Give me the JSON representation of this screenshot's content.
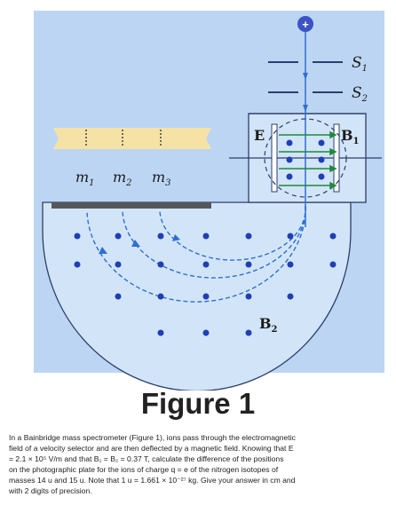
{
  "figure": {
    "labels": {
      "s1": "S",
      "s1_sub": "1",
      "s2": "S",
      "s2_sub": "2",
      "e": "E",
      "b1": "B",
      "b1_sub": "1",
      "b2": "B",
      "b2_sub": "2",
      "m1": "m",
      "m1_sub": "1",
      "m2": "m",
      "m2_sub": "2",
      "m3": "m",
      "m3_sub": "3",
      "ion_sign": "+"
    },
    "colors": {
      "panel": "#bcd5f3",
      "chamber": "#cfe3f8",
      "plate": "#f6e2a4",
      "ion": "#3b53c4",
      "beam": "#2f6fd1",
      "field_dot": "#1f3fb3",
      "green_arrow": "#1c8a3a"
    }
  },
  "caption": {
    "title": "Figure 1",
    "lines": [
      "In a Bainbridge mass spectrometer (Figure 1), ions pass through the electromagnetic",
      "field of a velocity selector and are then deflected by a magnetic field. Knowing that E",
      "= 2.1 × 10⁵ V/m and that B₁ = B₂ = 0.37 T, calculate the difference of the positions",
      "on the photographic plate for the ions of charge q = e of the nitrogen isotopes of",
      "masses 14 u and 15 u. Note that 1 u = 1.661 × 10⁻²⁷ kg. Give your answer in cm and",
      "with 2 digits of precision."
    ]
  }
}
